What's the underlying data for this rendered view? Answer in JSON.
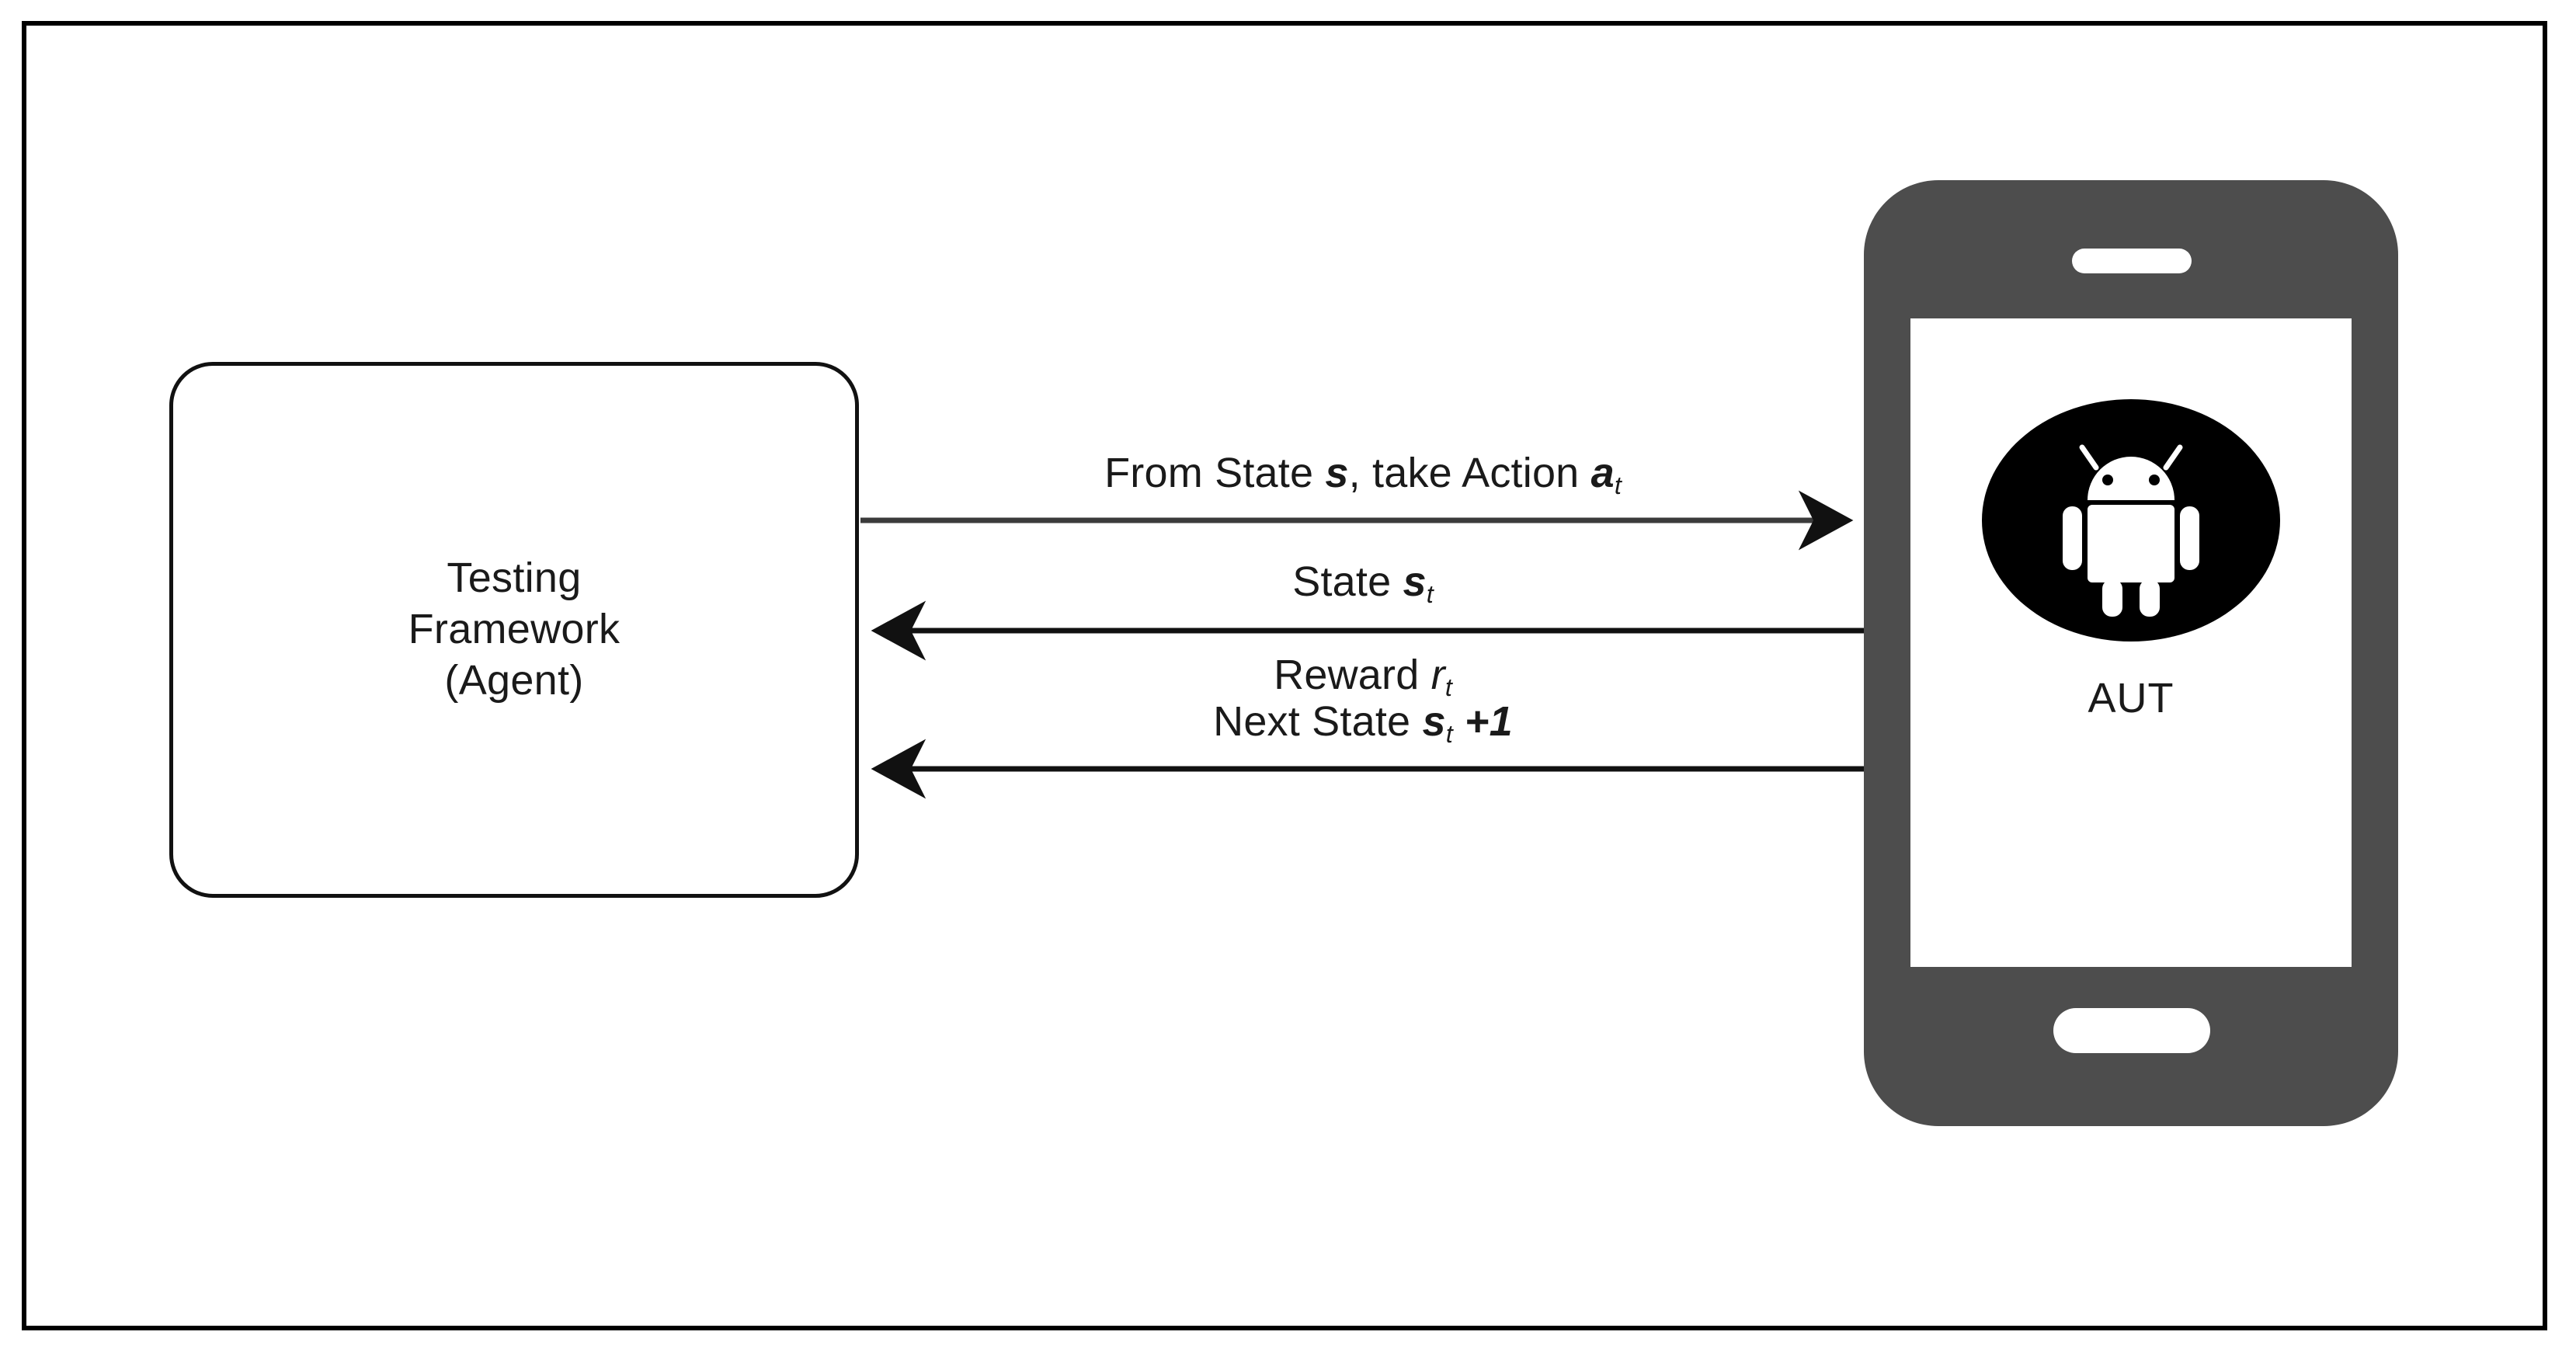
{
  "figure": {
    "title": "Reinforcement learning testing loop diagram",
    "border_color": "#000000",
    "background": "#ffffff"
  },
  "agent": {
    "name": "testing-framework",
    "lines": [
      "Testing",
      "Framework",
      "(Agent)"
    ],
    "shape": "rounded-rectangle",
    "border_color": "#111111",
    "fill": "#ffffff"
  },
  "device": {
    "name": "application-under-test",
    "label": "AUT",
    "body_color": "#4d4d4d",
    "screen_color": "#ffffff",
    "icon": "android-robot-icon",
    "icon_badge_color": "#000000",
    "icon_robot_color": "#ffffff"
  },
  "flows": [
    {
      "id": "action-flow",
      "direction": "agent-to-device",
      "prefix": "From State ",
      "symbol1": "s",
      "middle": ", take Action ",
      "symbol2": "a",
      "subscript2": "t",
      "suffix": "",
      "plain_text": "From State s, take Action a t"
    },
    {
      "id": "state-flow",
      "direction": "device-to-agent",
      "prefix": "State ",
      "symbol1": "s",
      "subscript1": "t",
      "plain_text": "State s t"
    },
    {
      "id": "reward-flow",
      "direction": "device-to-agent",
      "prefix": "Reward ",
      "symbol1": "r",
      "subscript1": "t",
      "plain_text": "Reward r t"
    },
    {
      "id": "next-state-flow",
      "direction": "device-to-agent",
      "prefix": "Next State ",
      "symbol1": "s",
      "subscript1": "t",
      "suffix": " +1",
      "plain_text": "Next State s t +1"
    }
  ],
  "colors": {
    "line": "#1a1a1a",
    "device_body": "#4d4d4d",
    "frame": "#000000"
  }
}
